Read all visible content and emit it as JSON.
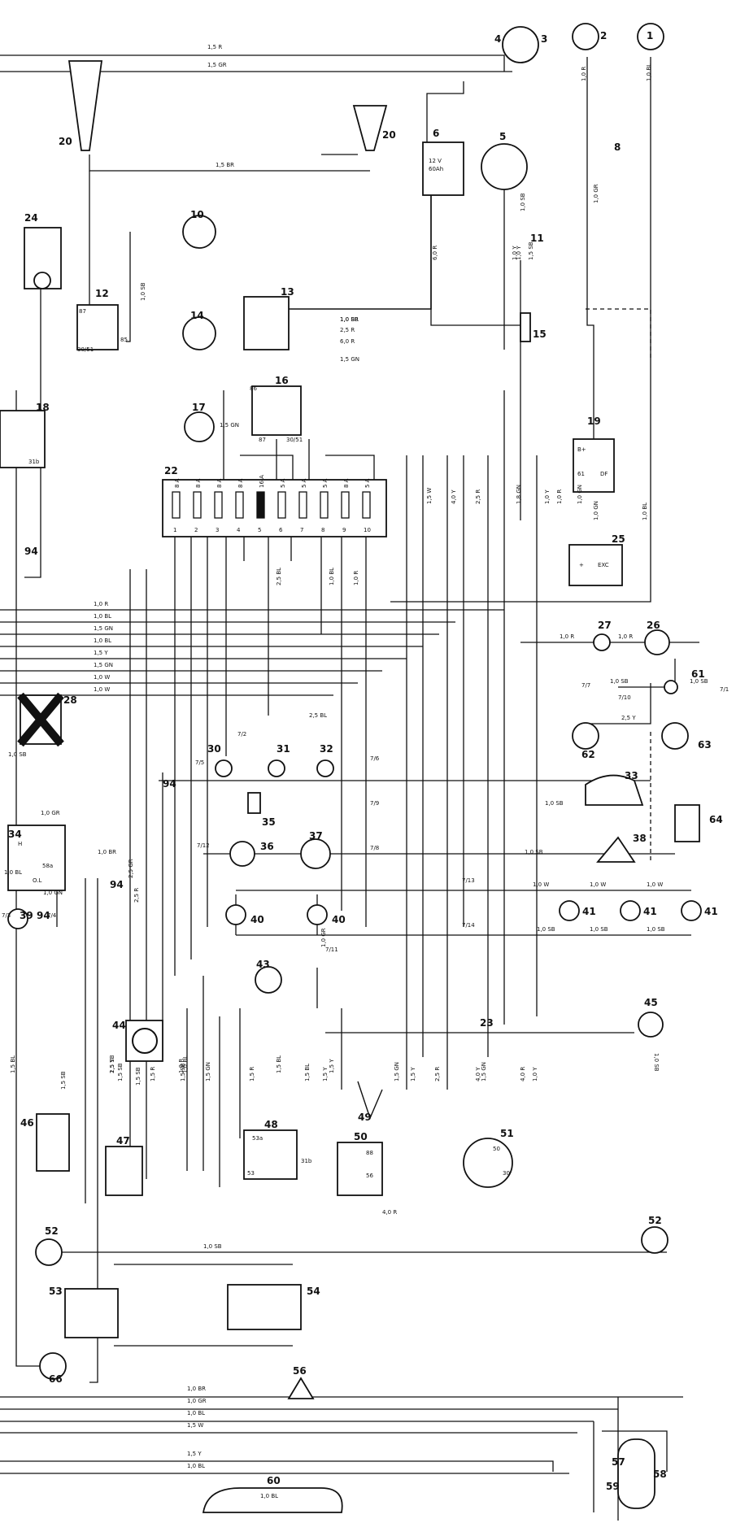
{
  "components": [
    {
      "id": "c1",
      "num": "1"
    },
    {
      "id": "c2",
      "num": "2"
    },
    {
      "id": "c3",
      "num": "3"
    },
    {
      "id": "c4",
      "num": "4"
    },
    {
      "id": "c5",
      "num": "5"
    },
    {
      "id": "c6",
      "num": "6",
      "text1": "12 V",
      "text2": "60Ah"
    },
    {
      "id": "c8",
      "num": "8"
    },
    {
      "id": "c10",
      "num": "10"
    },
    {
      "id": "c11",
      "num": "11"
    },
    {
      "id": "c12",
      "num": "12",
      "text1": "87",
      "text2": "30/51",
      "text3": "85"
    },
    {
      "id": "c13",
      "num": "13"
    },
    {
      "id": "c14",
      "num": "14"
    },
    {
      "id": "c15",
      "num": "15"
    },
    {
      "id": "c16",
      "num": "16",
      "text1": "86",
      "text2": "87",
      "text3": "30/51"
    },
    {
      "id": "c17",
      "num": "17"
    },
    {
      "id": "c18",
      "num": "18",
      "text1": "31b"
    },
    {
      "id": "c19",
      "num": "19",
      "text1": "B+",
      "text2": "61",
      "text3": "DF"
    },
    {
      "id": "c20a",
      "num": "20"
    },
    {
      "id": "c20b",
      "num": "20"
    },
    {
      "id": "c22",
      "num": "22"
    },
    {
      "id": "c23",
      "num": "23"
    },
    {
      "id": "c24",
      "num": "24"
    },
    {
      "id": "c25",
      "num": "25",
      "text1": "+",
      "text2": "EXC"
    },
    {
      "id": "c26",
      "num": "26"
    },
    {
      "id": "c27",
      "num": "27"
    },
    {
      "id": "c28",
      "num": "28"
    },
    {
      "id": "c30",
      "num": "30"
    },
    {
      "id": "c31",
      "num": "31"
    },
    {
      "id": "c32",
      "num": "32"
    },
    {
      "id": "c33",
      "num": "33"
    },
    {
      "id": "c34",
      "num": "34",
      "text1": "H",
      "text2": "58a",
      "text3": "O.L"
    },
    {
      "id": "c35",
      "num": "35"
    },
    {
      "id": "c36",
      "num": "36"
    },
    {
      "id": "c37",
      "num": "37"
    },
    {
      "id": "c38",
      "num": "38"
    },
    {
      "id": "c39",
      "num": "39"
    },
    {
      "id": "c40a",
      "num": "40"
    },
    {
      "id": "c40b",
      "num": "40"
    },
    {
      "id": "c41a",
      "num": "41"
    },
    {
      "id": "c41b",
      "num": "41"
    },
    {
      "id": "c41c",
      "num": "41"
    },
    {
      "id": "c43",
      "num": "43"
    },
    {
      "id": "c44",
      "num": "44"
    },
    {
      "id": "c45",
      "num": "45"
    },
    {
      "id": "c46",
      "num": "46"
    },
    {
      "id": "c47",
      "num": "47"
    },
    {
      "id": "c48",
      "num": "48",
      "text1": "53a",
      "text2": "31b",
      "text3": "53"
    },
    {
      "id": "c49",
      "num": "49"
    },
    {
      "id": "c50",
      "num": "50",
      "text1": "88",
      "text2": "56"
    },
    {
      "id": "c51",
      "num": "51",
      "text1": "30",
      "text2": "50"
    },
    {
      "id": "c52a",
      "num": "52"
    },
    {
      "id": "c52b",
      "num": "52"
    },
    {
      "id": "c53",
      "num": "53"
    },
    {
      "id": "c54",
      "num": "54"
    },
    {
      "id": "c56",
      "num": "56"
    },
    {
      "id": "c57",
      "num": "57"
    },
    {
      "id": "c58",
      "num": "58"
    },
    {
      "id": "c59",
      "num": "59"
    },
    {
      "id": "c60",
      "num": "60"
    },
    {
      "id": "c61",
      "num": "61"
    },
    {
      "id": "c62",
      "num": "62"
    },
    {
      "id": "c63",
      "num": "63"
    },
    {
      "id": "c64",
      "num": "64"
    },
    {
      "id": "c66",
      "num": "66"
    },
    {
      "id": "c94a",
      "num": "94"
    },
    {
      "id": "c94b",
      "num": "94"
    },
    {
      "id": "c94c",
      "num": "94"
    },
    {
      "id": "c94d",
      "num": "94"
    }
  ],
  "fuses": [
    "1",
    "2",
    "3",
    "4",
    "5",
    "6",
    "7",
    "8",
    "9",
    "10"
  ],
  "fuse_ratings": [
    "8 A",
    "8 A",
    "8 A",
    "8 A",
    "16 A",
    "5 A",
    "5 A",
    "5 A",
    "8 A",
    "5 A"
  ],
  "connectors": [
    "7/1",
    "7/2",
    "7/3",
    "7/4",
    "7/5",
    "7/6",
    "7/7",
    "7/8",
    "7/9",
    "7/10",
    "7/11",
    "7/12",
    "7/13",
    "7/14"
  ],
  "wire_labels": [
    "1,5 R",
    "1,5 GR",
    "1,5 BR",
    "1,0 SB",
    "1,0 SB",
    "1,0 BR",
    "2,5 R",
    "6,0 R",
    "1,5 GN",
    "1,5 GN",
    "1,0 R",
    "1,0 BL",
    "1,5 GN",
    "1,0 BL",
    "1,5 Y",
    "1,5 GN",
    "1,0 W",
    "1,0 W",
    "1,0 R",
    "1,0 R",
    "1,0 SB",
    "1,0 SB",
    "2,5 Y",
    "2,5 BL",
    "1,0 SB",
    "1,0 GR",
    "1,0 BR",
    "1,0 SB",
    "1,0 W",
    "1,0 W",
    "1,0 W",
    "1,0 SB",
    "1,0 SB",
    "1,0 SB",
    "1,0 GN",
    "1,0 BL",
    "1,0 SB",
    "2,5 GR",
    "1,5 SB",
    "2,5 Y",
    "1,0 BR",
    "1,0 GR",
    "1,0 BL",
    "1,5 W",
    "1,5 Y",
    "1,0 BL",
    "1,0 BL",
    "4,0 R",
    "1,0 SB",
    "6,0 R",
    "1,0 Y",
    "1,0 SB",
    "1,0 GN",
    "1,0 BL",
    "1,0 GR",
    "1,0 R",
    "1,0 BL",
    "1,5 Y",
    "1,5 GN",
    "1,5 R",
    "1,5 BL",
    "1,5 SB",
    "1,5 GN",
    "1,5 Y",
    "2,5 R",
    "4,0 Y",
    "1,5 GN",
    "4,0 R",
    "1,0 Y",
    "1,5 SB",
    "1,5 R",
    "1,5 SB",
    "1,0 GR",
    "1,5 Y",
    "1,5 BL",
    "2,5 R",
    "2,5 BL",
    "1,0 BL",
    "1,5 SB",
    "1,0 BL",
    "1,0 R",
    "1,5 W",
    "4,0 Y",
    "2,5 R",
    "1,8 GN",
    "1,0 GN",
    "1,0 R",
    "1,0 Y",
    "1,5 SB",
    "1,0 Y",
    "1,0 R",
    "1,5 BL",
    "1,0 SB"
  ]
}
